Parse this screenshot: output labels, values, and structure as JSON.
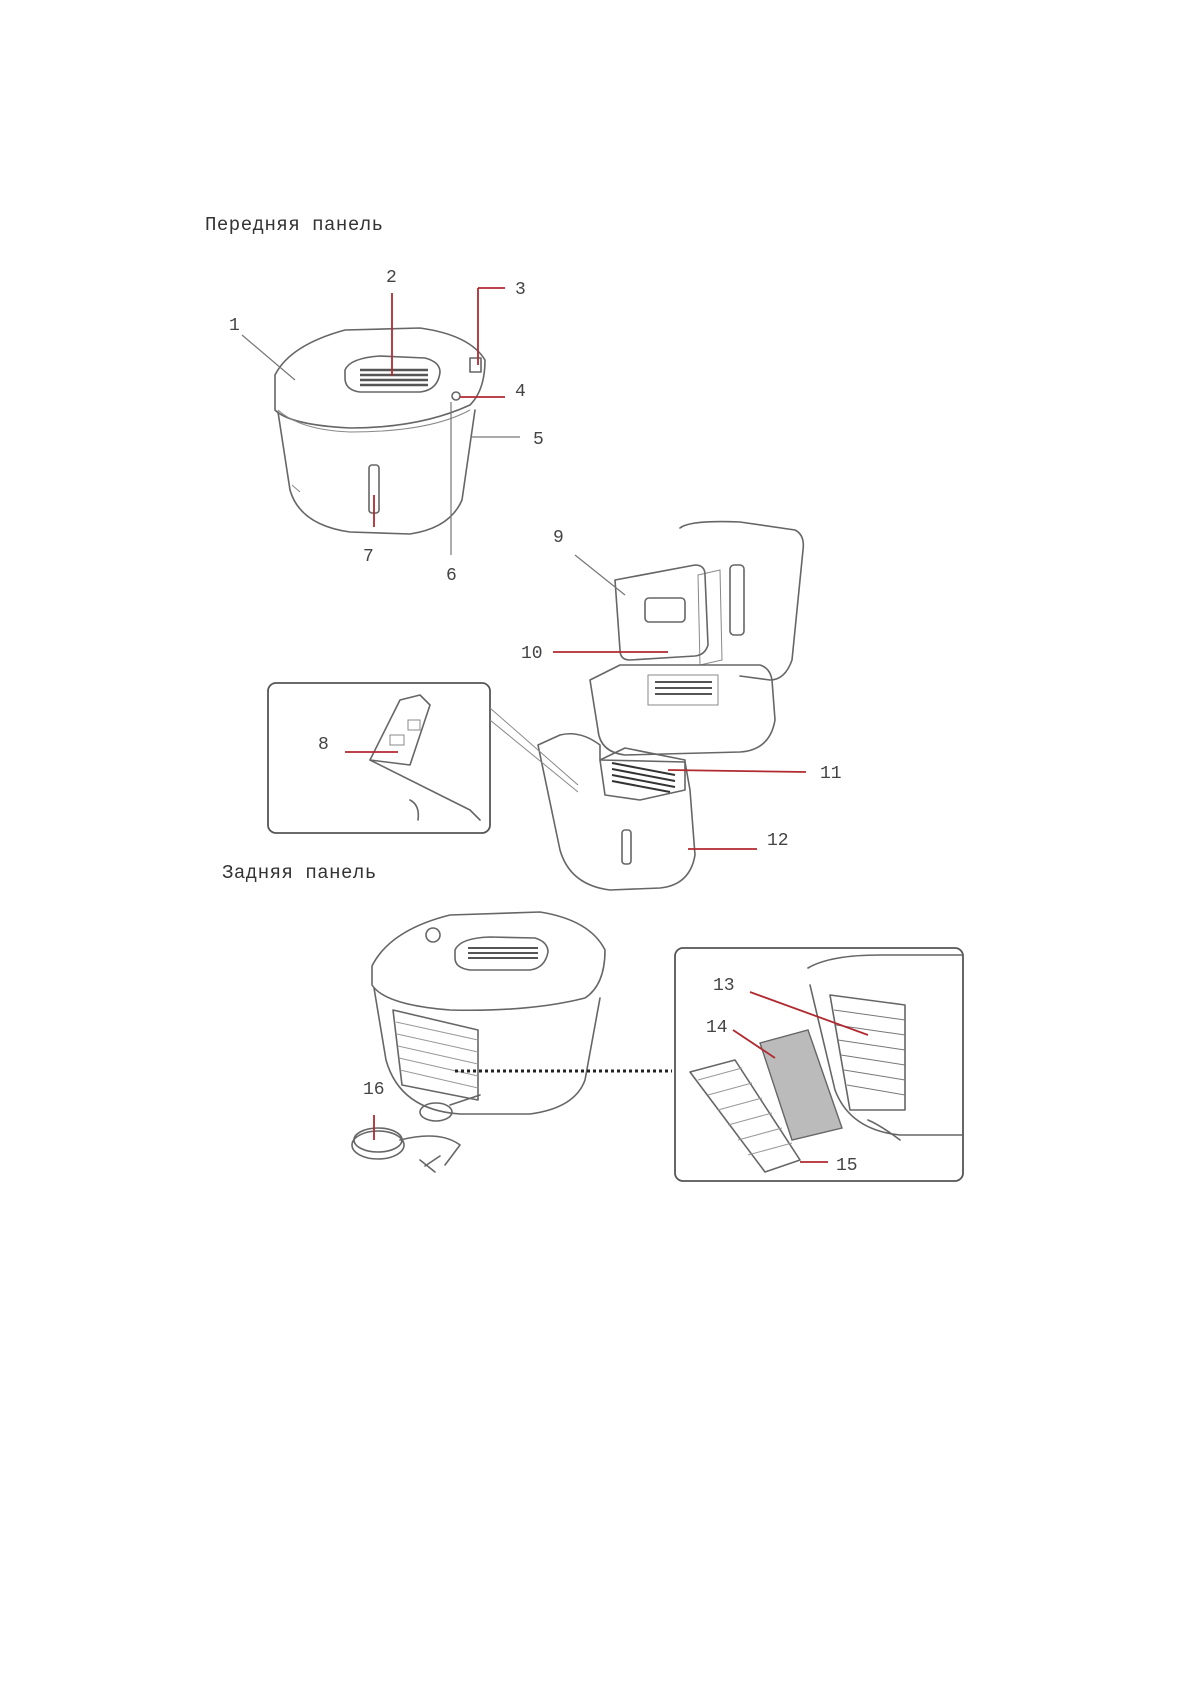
{
  "headings": {
    "front": "Передняя панель",
    "rear": "Задняя панель"
  },
  "callouts": [
    "1",
    "2",
    "3",
    "4",
    "5",
    "6",
    "7",
    "8",
    "9",
    "10",
    "11",
    "12",
    "13",
    "14",
    "15",
    "16"
  ],
  "colors": {
    "leader": "#b02a30",
    "outline": "#666666"
  }
}
